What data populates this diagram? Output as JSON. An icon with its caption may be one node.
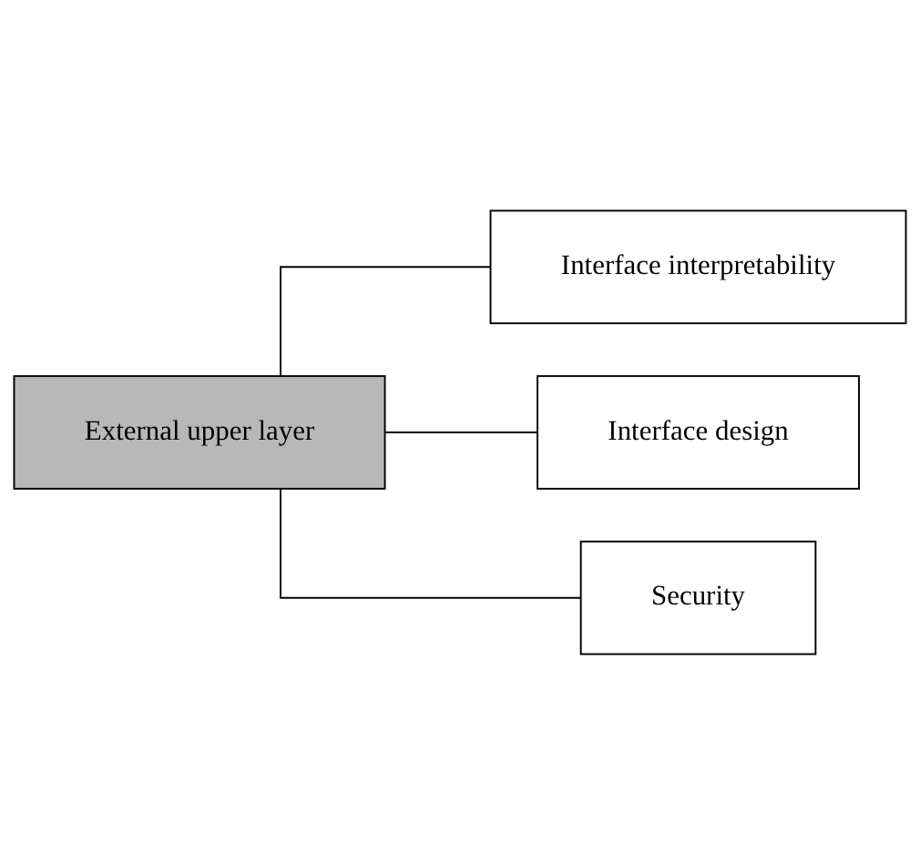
{
  "diagram": {
    "nodes": [
      {
        "text": [
          "External upper layer"
        ]
      },
      {
        "text": [
          "Interface interpretability"
        ]
      },
      {
        "text": [
          "Interface design"
        ]
      },
      {
        "text": [
          "Security"
        ]
      }
    ],
    "edges": [
      {
        "from": 0,
        "to": 1,
        "arrow": "none"
      },
      {
        "from": 0,
        "to": 2,
        "arrow": "none"
      },
      {
        "from": 0,
        "to": 3,
        "arrow": "none"
      }
    ]
  }
}
